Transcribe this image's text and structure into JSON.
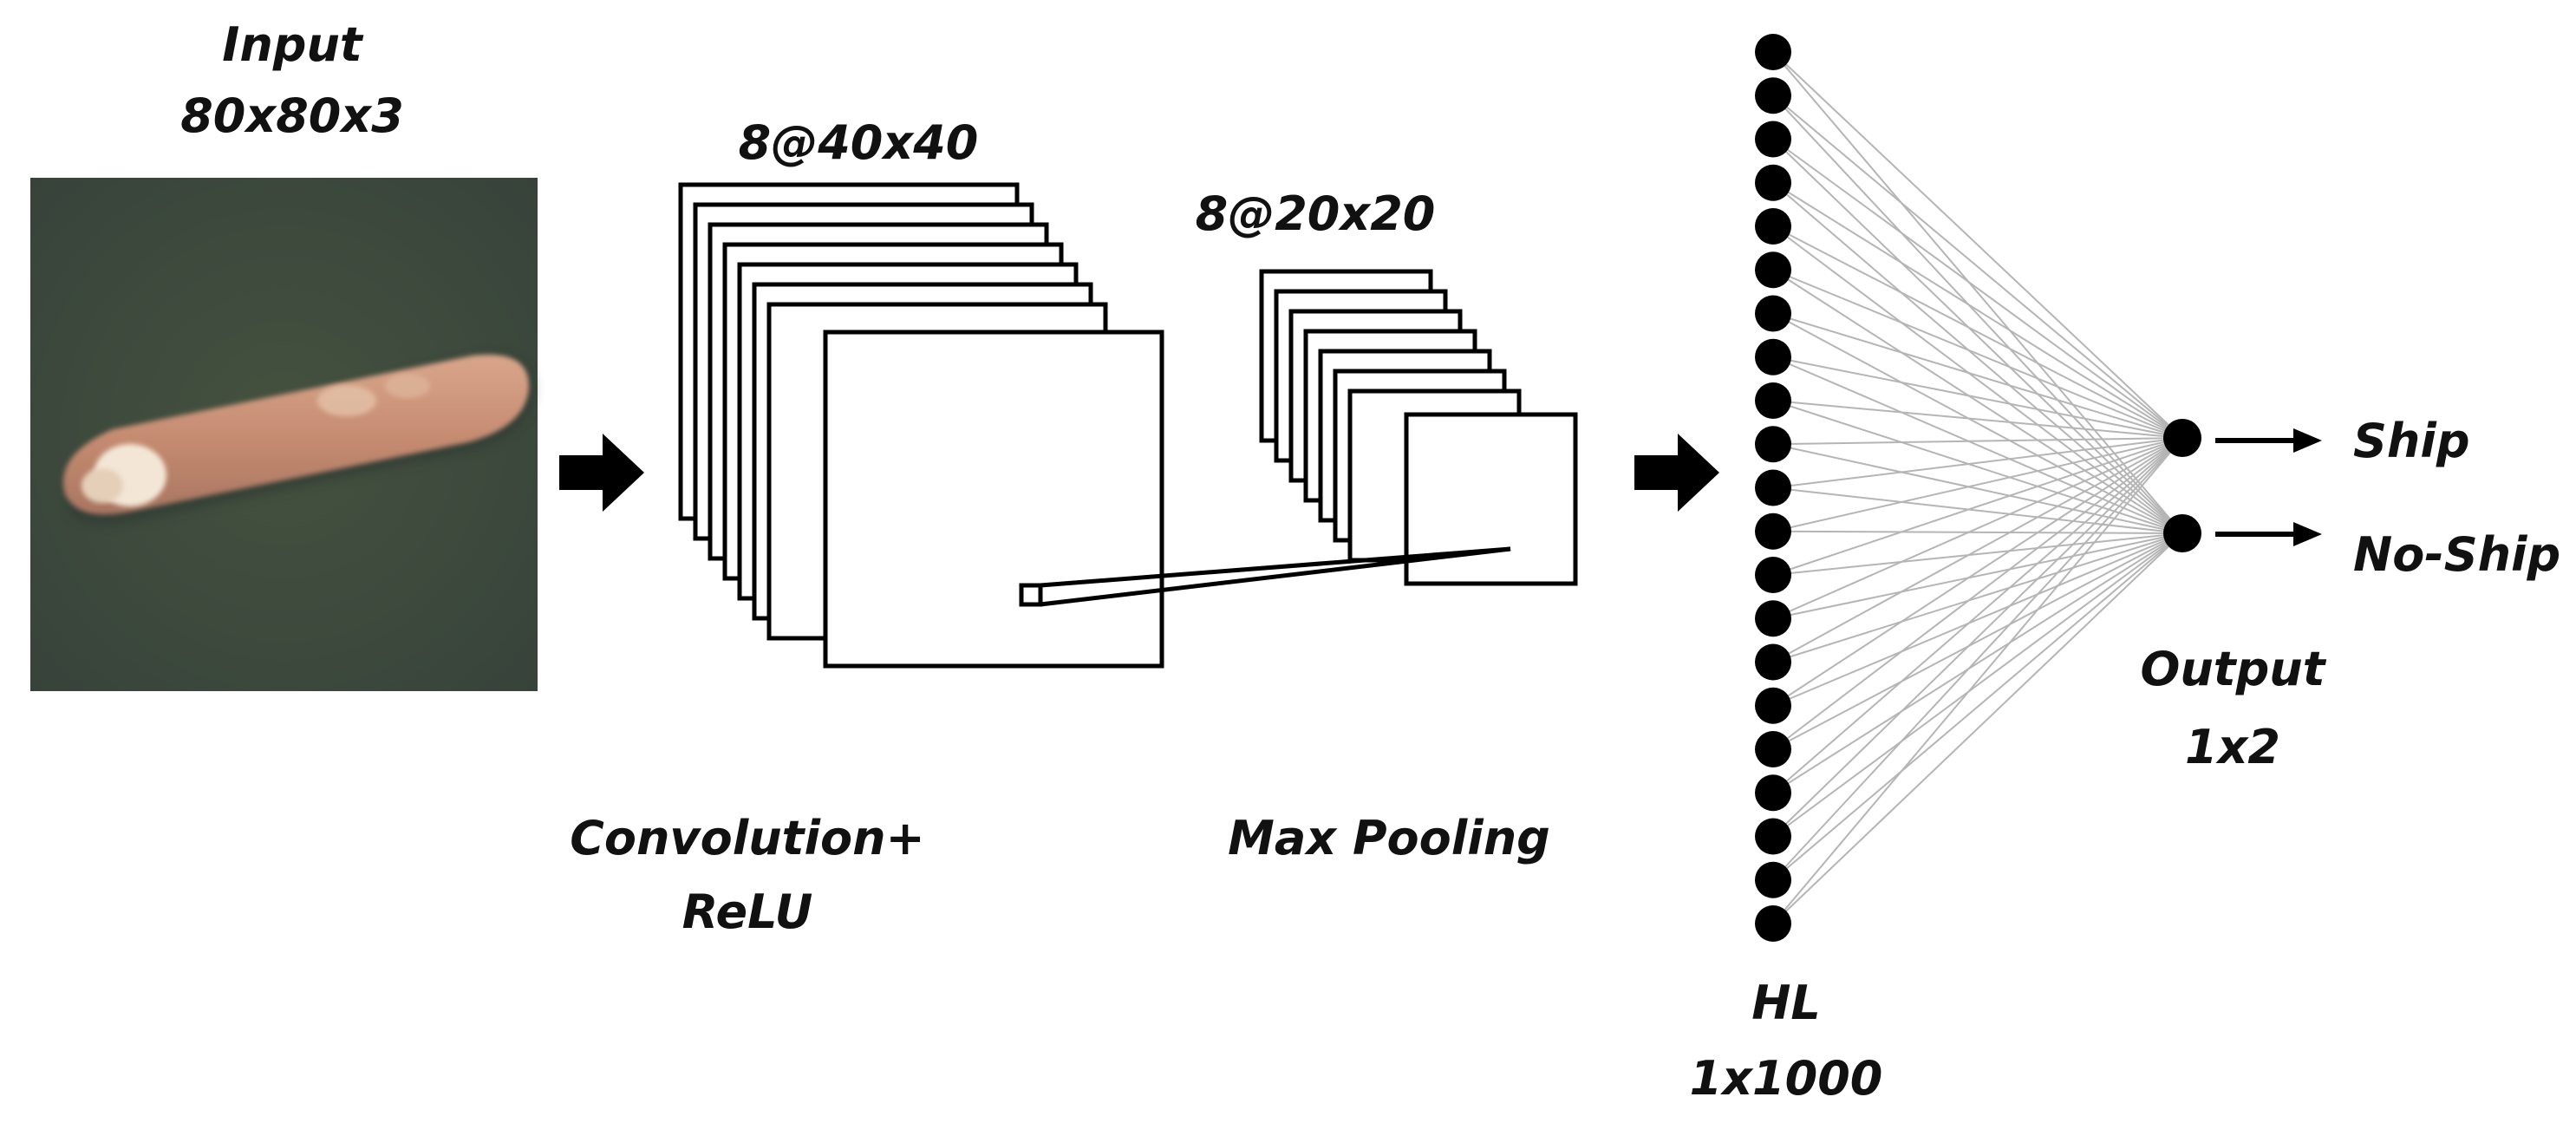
{
  "input": {
    "title": "Input",
    "dims": "80x80x3",
    "image_subject": "ship-satellite-image"
  },
  "conv_layer": {
    "dims": "8@40x40",
    "caption_line1": "Convolution+",
    "caption_line2": "ReLU",
    "map_count": 8
  },
  "pool_layer": {
    "dims": "8@20x20",
    "caption": "Max Pooling",
    "map_count": 8
  },
  "hidden_layer": {
    "label": "HL",
    "dims": "1x1000",
    "drawn_node_count": 21
  },
  "output_layer": {
    "label": "Output",
    "dims": "1x2",
    "classes": [
      {
        "label": "Ship"
      },
      {
        "label": "No-Ship"
      }
    ]
  },
  "colors": {
    "water": "#3d4a3c",
    "ship_hull": "#c98f74",
    "ship_highlight": "#f1e3d2",
    "ink": "#000000",
    "connection": "#b5b5b5"
  }
}
